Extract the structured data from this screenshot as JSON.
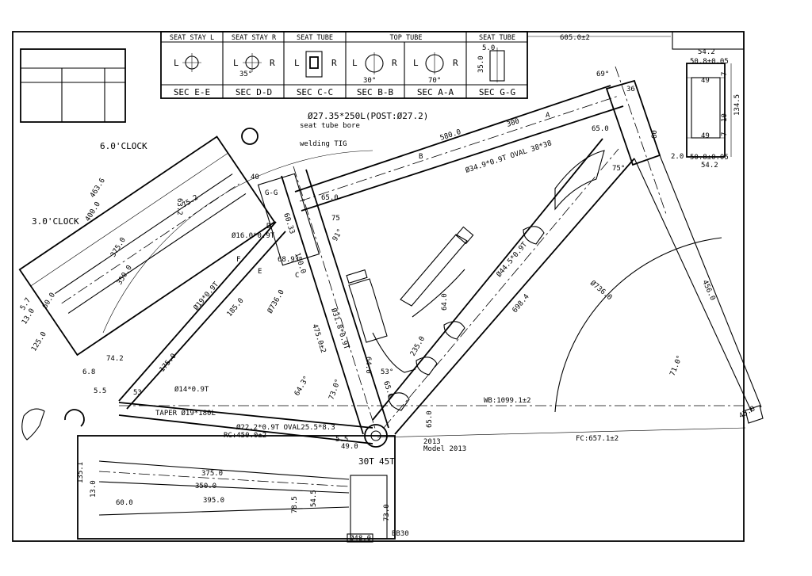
{
  "sections": [
    {
      "header": "SEAT STAY L",
      "footer": "SEC E-E",
      "left": "L",
      "right": ""
    },
    {
      "header": "SEAT STAY R",
      "footer": "SEC D-D",
      "left": "L",
      "right": "R",
      "angle": "35°"
    },
    {
      "header": "SEAT TUBE",
      "footer": "SEC C-C",
      "left": "L",
      "right": "R"
    },
    {
      "header": "TOP TUBE",
      "footer": "SEC B-B",
      "left": "L",
      "right": "R",
      "angle": "30°"
    },
    {
      "header": "",
      "footer": "SEC A-A",
      "left": "L",
      "right": "R",
      "angle": "70°"
    },
    {
      "header": "SEAT TUBE",
      "footer": "SEC G-G",
      "left": "",
      "right": "",
      "dim_top": "5.0",
      "dim_side": "35.0"
    }
  ],
  "notes": {
    "seat_tube_bore_dim": "Ø27.35*250L(POST:Ø27.2)",
    "seat_tube_bore": "seat tube bore",
    "welding": "welding TIG",
    "model_year": "2013",
    "model": "Model 2013",
    "bb": "BB30"
  },
  "dims": {
    "top_605": "605.0±2",
    "headtube_54_top": "54.2",
    "headtube_508_top": "50.8±0.05",
    "headtube_49a": "49",
    "headtube_49b": "49",
    "headtube_1345": "134.5",
    "headtube_10": "10",
    "headtube_7a": "7",
    "headtube_7b": "7",
    "headtube_508_bot": "50.8±0.05",
    "headtube_54_bot": "54.2",
    "tt_300": "300",
    "tt_580": "580.0",
    "tt_spec": "Ø34.9*0.9T OVAL 38*38",
    "ht_angle": "69°",
    "dim_360": "36",
    "dim_65_ht": "65.0",
    "dim_60": "60",
    "dim_75_ht": "75°",
    "dim_20": "2.0",
    "seat_65": "65.0",
    "seat_75": "75",
    "seat_91": "91°",
    "seat_6033": "60.33",
    "seat_40": "40",
    "seat_6893": "68.93",
    "seat_150": "150.0",
    "ss_spec": "Ø16.0*0.9T",
    "st_spec": "Ø31.8*0.9T",
    "st_475": "475.0±2",
    "dt_spec": "Ø44.5*0.9T",
    "dt_6984": "698.4",
    "fork_456": "456.0",
    "wheel_736a": "Ø736.0",
    "wheel_736b": "Ø736.0",
    "head_71": "71.0°",
    "wb": "WB:1099.1±2",
    "fc": "FC:657.1±2",
    "dim_450": "45.0",
    "rc": "RC:450.0±2",
    "cs_spec": "Ø22.2*0.9T OVAL25.5*8.3",
    "taper": "TAPER Ø19*180L",
    "ss_14": "Ø14*0.9T",
    "ss_1750": "175.0",
    "ss_1850": "185.0",
    "ss_19": "Ø19*0.9T",
    "bb_30": "30T",
    "bb_45": "45T",
    "bb_d48": "Ø48.0",
    "angle_643": "64.3°",
    "angle_730": "73.0°",
    "angle_53": "53°",
    "bottle_640a": "64.0",
    "bottle_640b": "64.0",
    "bottle_2350": "235.0",
    "bottle_650": "65.0",
    "dim_650_bb": "65.0",
    "dim_5": "5.5",
    "dim_48": "49.0",
    "ss_top_6": "6.0'CLOCK",
    "ss_top_3": "3.0'CLOCK",
    "ss_4636": "463.6",
    "ss_4000": "400.0",
    "ss_3750": "375.0",
    "ss_3500": "350.0",
    "ss_632": "63.2",
    "ss_752": "75.2",
    "ss_1250": "125.0",
    "ss_130": "13.0",
    "ss_600": "60.0",
    "ss_57": "5.7",
    "ss_742": "74.2",
    "ss_68": "6.8",
    "ss_55": "5.5",
    "ss_53": "53",
    "cs_3750": "375.0",
    "cs_3500": "350.0",
    "cs_3950": "395.0",
    "cs_1351": "135.1",
    "cs_130": "13.0",
    "cs_600": "60.0",
    "cs_785": "78.5",
    "cs_545": "54.5",
    "cs_730": "73.0",
    "sec_e": "E",
    "sec_f": "F",
    "sec_g": "G-G",
    "sec_c": "C",
    "sec_d": "D",
    "sec_a": "A",
    "sec_b": "B"
  }
}
